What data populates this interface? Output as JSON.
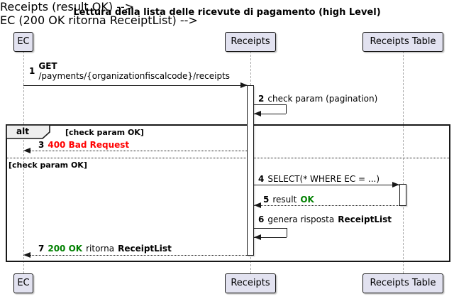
{
  "title": "Lettura della lista delle ricevute di pagamento (high Level)",
  "participants": {
    "ec": "EC",
    "receipts": "Receipts",
    "receipts_table": "Receipts Table"
  },
  "alt_frame": {
    "operator": "alt",
    "guard_top": "[check param OK]",
    "guard_else": "[check param OK]"
  },
  "messages": {
    "m1": {
      "num": "1",
      "method": "GET",
      "path": "/payments/{organizationfiscalcode}/receipts"
    },
    "m2": {
      "num": "2",
      "text": "check param (pagination)"
    },
    "m3": {
      "num": "3",
      "error": "400 Bad Request"
    },
    "m4": {
      "num": "4",
      "text": "SELECT(* WHERE EC = ...)"
    },
    "m5": {
      "num": "5",
      "text": "result",
      "status": "OK"
    },
    "m6": {
      "num": "6",
      "text": "genera risposta",
      "payload": "ReceiptList"
    },
    "m7": {
      "num": "7",
      "status": "200 OK",
      "text": "ritorna",
      "payload": "ReceiptList"
    }
  },
  "colors": {
    "error_text": "#FF0000",
    "success_text": "#008000",
    "participant_fill": "#E2E2F0",
    "border": "#181818",
    "frame_operator_fill": "#EEEEEE",
    "lifeline": "#A8A8A8"
  }
}
